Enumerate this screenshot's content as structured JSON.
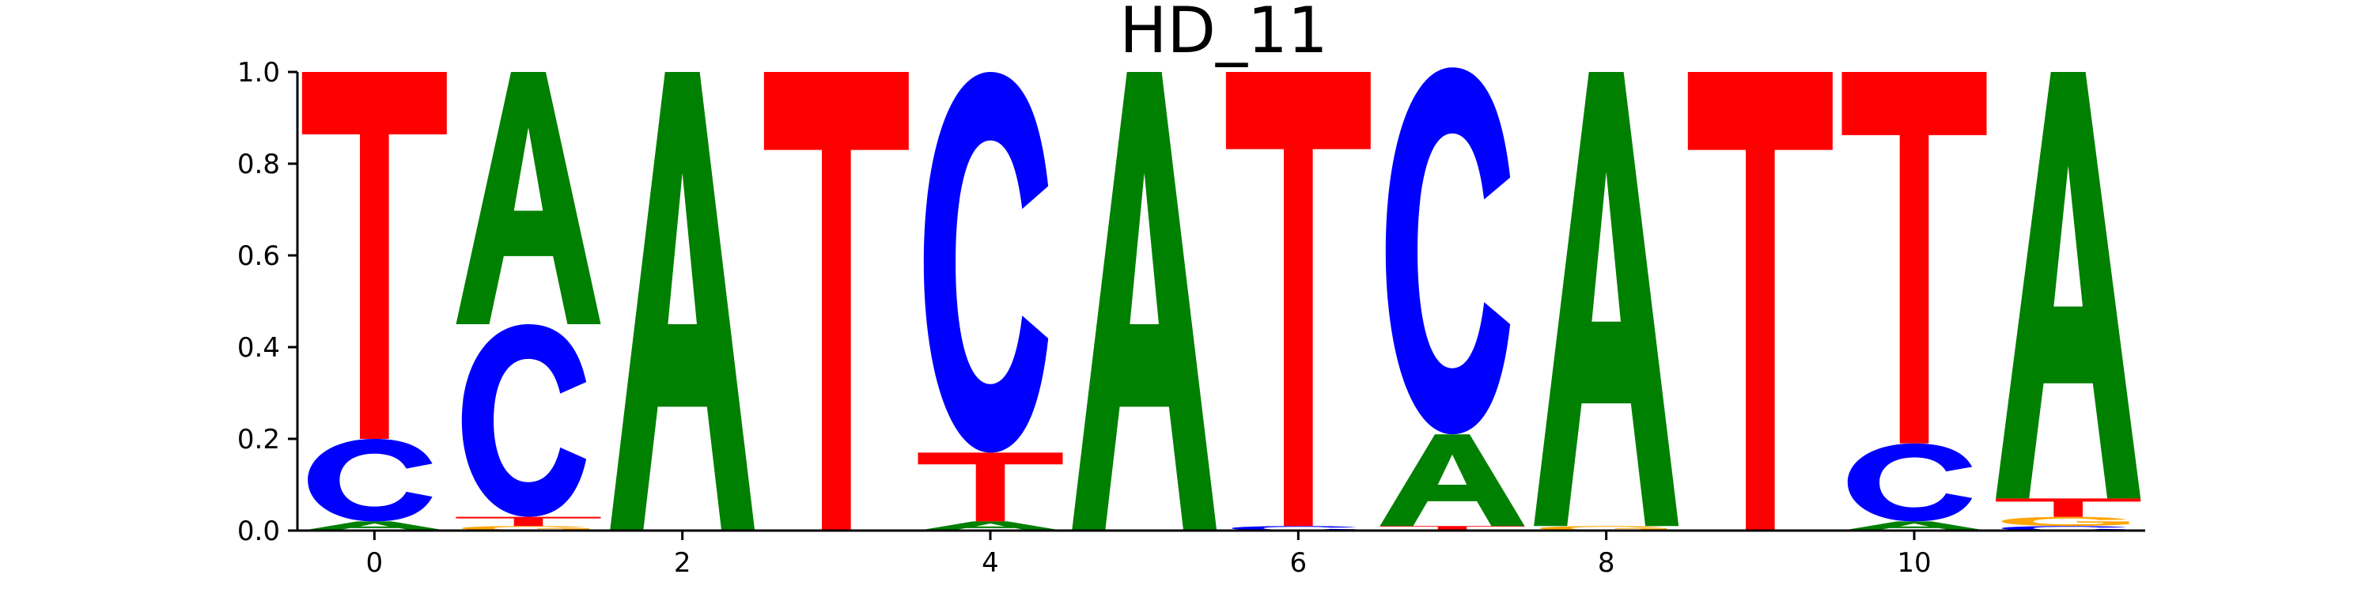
{
  "chart_data": {
    "type": "sequence-logo",
    "title": "HD_11",
    "ylim": [
      0,
      1
    ],
    "yticks": [
      0.0,
      0.2,
      0.4,
      0.6,
      0.8,
      1.0
    ],
    "ytick_labels": [
      "0.0",
      "0.2",
      "0.4",
      "0.6",
      "0.8",
      "1.0"
    ],
    "xticks": [
      0,
      2,
      4,
      6,
      8,
      10
    ],
    "xtick_labels": [
      "0",
      "2",
      "4",
      "6",
      "8",
      "10"
    ],
    "grid": false,
    "colors": {
      "A": "#008000",
      "C": "#0000ff",
      "G": "#ffa500",
      "T": "#ff0000"
    },
    "positions": [
      {
        "index": 0,
        "A": 0.02,
        "C": 0.18,
        "G": 0.0,
        "T": 0.8
      },
      {
        "index": 1,
        "A": 0.55,
        "C": 0.42,
        "G": 0.01,
        "T": 0.02
      },
      {
        "index": 2,
        "A": 1.0,
        "C": 0.0,
        "G": 0.0,
        "T": 0.0
      },
      {
        "index": 3,
        "A": 0.0,
        "C": 0.0,
        "G": 0.0,
        "T": 1.0
      },
      {
        "index": 4,
        "A": 0.02,
        "C": 0.83,
        "G": 0.0,
        "T": 0.15
      },
      {
        "index": 5,
        "A": 1.0,
        "C": 0.0,
        "G": 0.0,
        "T": 0.0
      },
      {
        "index": 6,
        "A": 0.0,
        "C": 0.01,
        "G": 0.0,
        "T": 0.99
      },
      {
        "index": 7,
        "A": 0.2,
        "C": 0.8,
        "G": 0.0,
        "T": 0.01
      },
      {
        "index": 8,
        "A": 0.99,
        "C": 0.0,
        "G": 0.01,
        "T": 0.0
      },
      {
        "index": 9,
        "A": 0.0,
        "C": 0.0,
        "G": 0.0,
        "T": 1.0
      },
      {
        "index": 10,
        "A": 0.02,
        "C": 0.17,
        "G": 0.0,
        "T": 0.81
      },
      {
        "index": 11,
        "A": 0.93,
        "C": 0.01,
        "G": 0.02,
        "T": 0.04
      }
    ]
  }
}
